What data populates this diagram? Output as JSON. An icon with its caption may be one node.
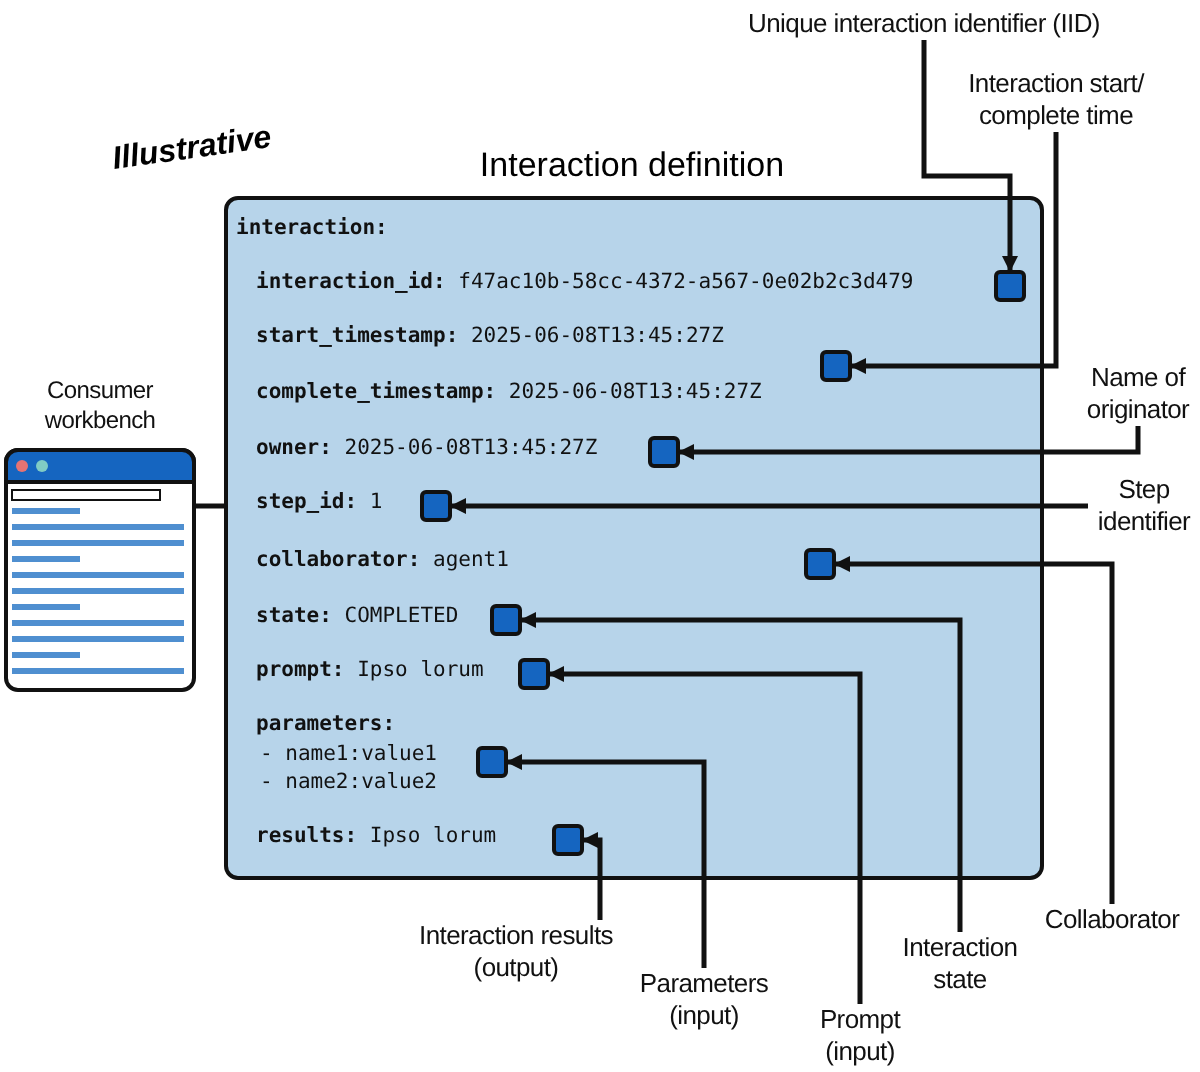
{
  "diagram": {
    "nodes": [
      {
        "text": [
          "Interaction definition",
          "interaction:",
          "interaction_id: f47ac10b-58cc-4372-a567-0e02b2c3d479",
          "start_timestamp: 2025-06-08T13:45:27Z",
          "complete_timestamp: 2025-06-08T13:45:27Z",
          "owner: 2025-06-08T13:45:27Z",
          "step_id: 1",
          "collaborator: agent1",
          "state: COMPLETED",
          "prompt: Ipso lorum",
          "parameters:",
          "- name1:value1",
          "- name2:value2",
          "results: Ipso lorum"
        ]
      },
      {
        "text": [],
        "shape": "box",
        "in": 0
      },
      {
        "text": [],
        "shape": "box",
        "in": 0
      },
      {
        "text": [],
        "shape": "box",
        "in": 0
      },
      {
        "text": [],
        "shape": "box",
        "in": 0
      },
      {
        "text": [],
        "shape": "box",
        "in": 0
      },
      {
        "text": [],
        "shape": "box",
        "in": 0
      },
      {
        "text": [],
        "shape": "box",
        "in": 0
      },
      {
        "text": [],
        "shape": "box",
        "in": 0
      },
      {
        "text": [],
        "shape": "box",
        "in": 0
      },
      {
        "text": [
          "Unique interaction identifier (IID)"
        ]
      },
      {
        "text": [
          "Interaction start/ complete time"
        ]
      },
      {
        "text": [
          "Name of originator"
        ]
      },
      {
        "text": [
          "Step identifier"
        ]
      },
      {
        "text": [
          "Collaborator"
        ]
      },
      {
        "text": [
          "Interaction results (output)"
        ]
      },
      {
        "text": [
          "Parameters (input)"
        ]
      },
      {
        "text": [
          "Prompt (input)"
        ]
      },
      {
        "text": [
          "Interaction state"
        ]
      },
      {
        "text": [
          "Consumer workbench"
        ]
      }
    ],
    "edges": [
      {
        "from": 10,
        "to": 1,
        "arrow": "to"
      },
      {
        "from": 11,
        "to": 2,
        "arrow": "to"
      },
      {
        "from": 12,
        "to": 3,
        "arrow": "to"
      },
      {
        "from": 13,
        "to": 4,
        "arrow": "to"
      },
      {
        "from": 14,
        "to": 5,
        "arrow": "to"
      },
      {
        "from": 18,
        "to": 6,
        "arrow": "to"
      },
      {
        "from": 17,
        "to": 7,
        "arrow": "to"
      },
      {
        "from": 16,
        "to": 8,
        "arrow": "to"
      },
      {
        "from": 15,
        "to": 9,
        "arrow": "to"
      },
      {
        "from": 19,
        "to": 0,
        "arrow": "none"
      }
    ],
    "labels": [
      "Illustrative"
    ]
  }
}
